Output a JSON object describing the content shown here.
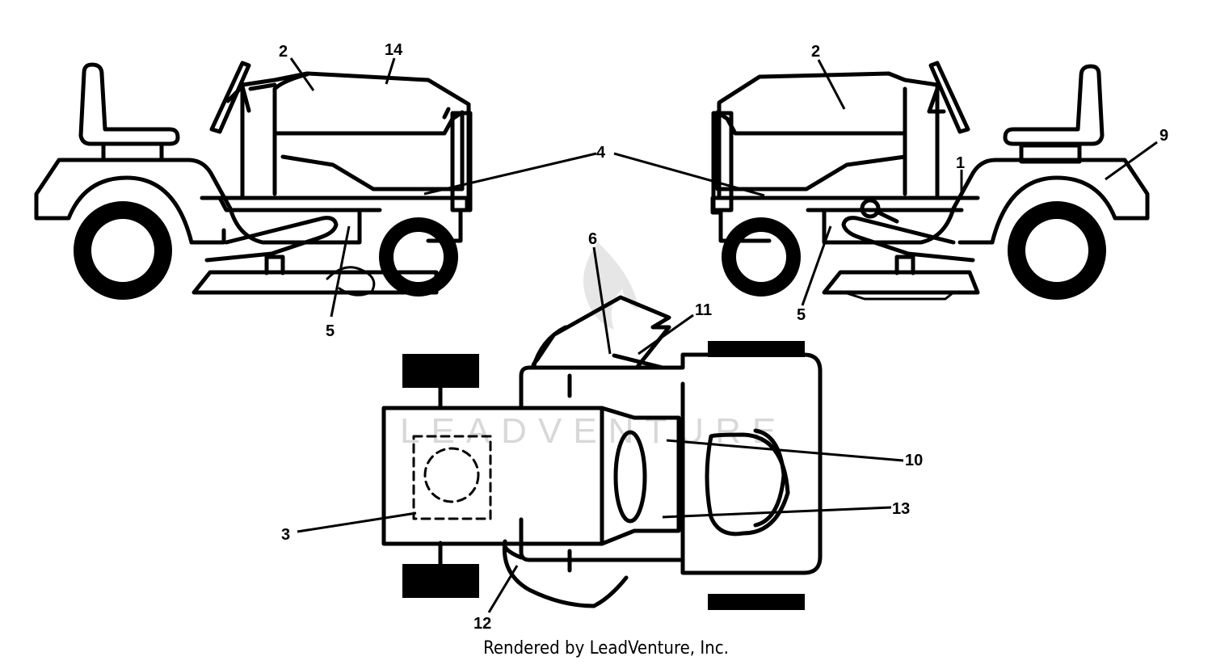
{
  "callouts": {
    "c1": "1",
    "c2_left": "2",
    "c2_right": "2",
    "c3": "3",
    "c4": "4",
    "c5_left": "5",
    "c5_right": "5",
    "c6": "6",
    "c9": "9",
    "c10": "10",
    "c11": "11",
    "c12": "12",
    "c13": "13",
    "c14": "14"
  },
  "watermark": "LEADVENTURE",
  "footer": "Rendered by LeadVenture, Inc."
}
